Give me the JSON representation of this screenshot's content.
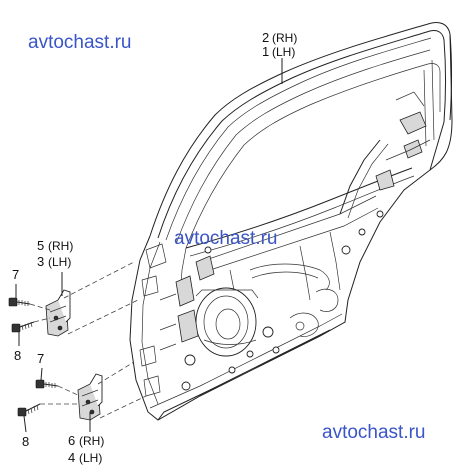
{
  "watermark": "avtochast.ru",
  "colors": {
    "watermark": "#3a55c8",
    "line": "#222222",
    "part_fill": "#d8d8d8"
  },
  "callouts": {
    "p2": "2",
    "p1": "1",
    "p5": "5",
    "p3": "3",
    "p6": "6",
    "p4": "4",
    "p7_upper": "7",
    "p8_upper": "8",
    "p7_lower": "7",
    "p8_lower": "8",
    "rh": "(RH)",
    "lh": "(LH)"
  }
}
